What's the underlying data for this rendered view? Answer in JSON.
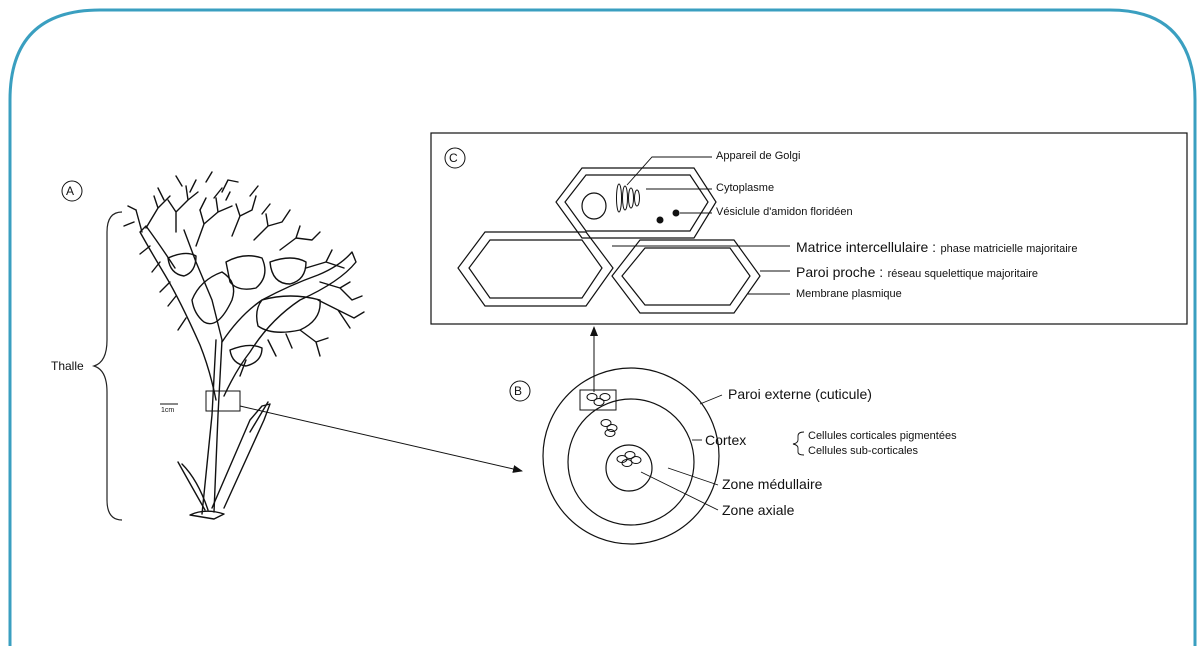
{
  "panels": {
    "a": "A",
    "b": "B",
    "c": "C"
  },
  "thallus": {
    "label": "Thalle",
    "scale": "1cm"
  },
  "cell_detail": {
    "golgi": "Appareil de Golgi",
    "cytoplasm": "Cytoplasme",
    "starch_vesicle": "Vésiclule d'amidon floridéen",
    "matrix_term": "Matrice intercellulaire :",
    "matrix_desc": "phase matricielle majoritaire",
    "wall_term": "Paroi proche :",
    "wall_desc": "réseau squelettique majoritaire",
    "membrane": "Membrane plasmique"
  },
  "cross_section": {
    "outer_wall": "Paroi externe (cuticule)",
    "cortex": "Cortex",
    "cortical_cells": "Cellules corticales pigmentées",
    "subcortical_cells": "Cellules sub-corticales",
    "medulla": "Zone médullaire",
    "axial": "Zone axiale"
  },
  "colors": {
    "frame_border": "#3a9fc0",
    "ink": "#111111"
  }
}
